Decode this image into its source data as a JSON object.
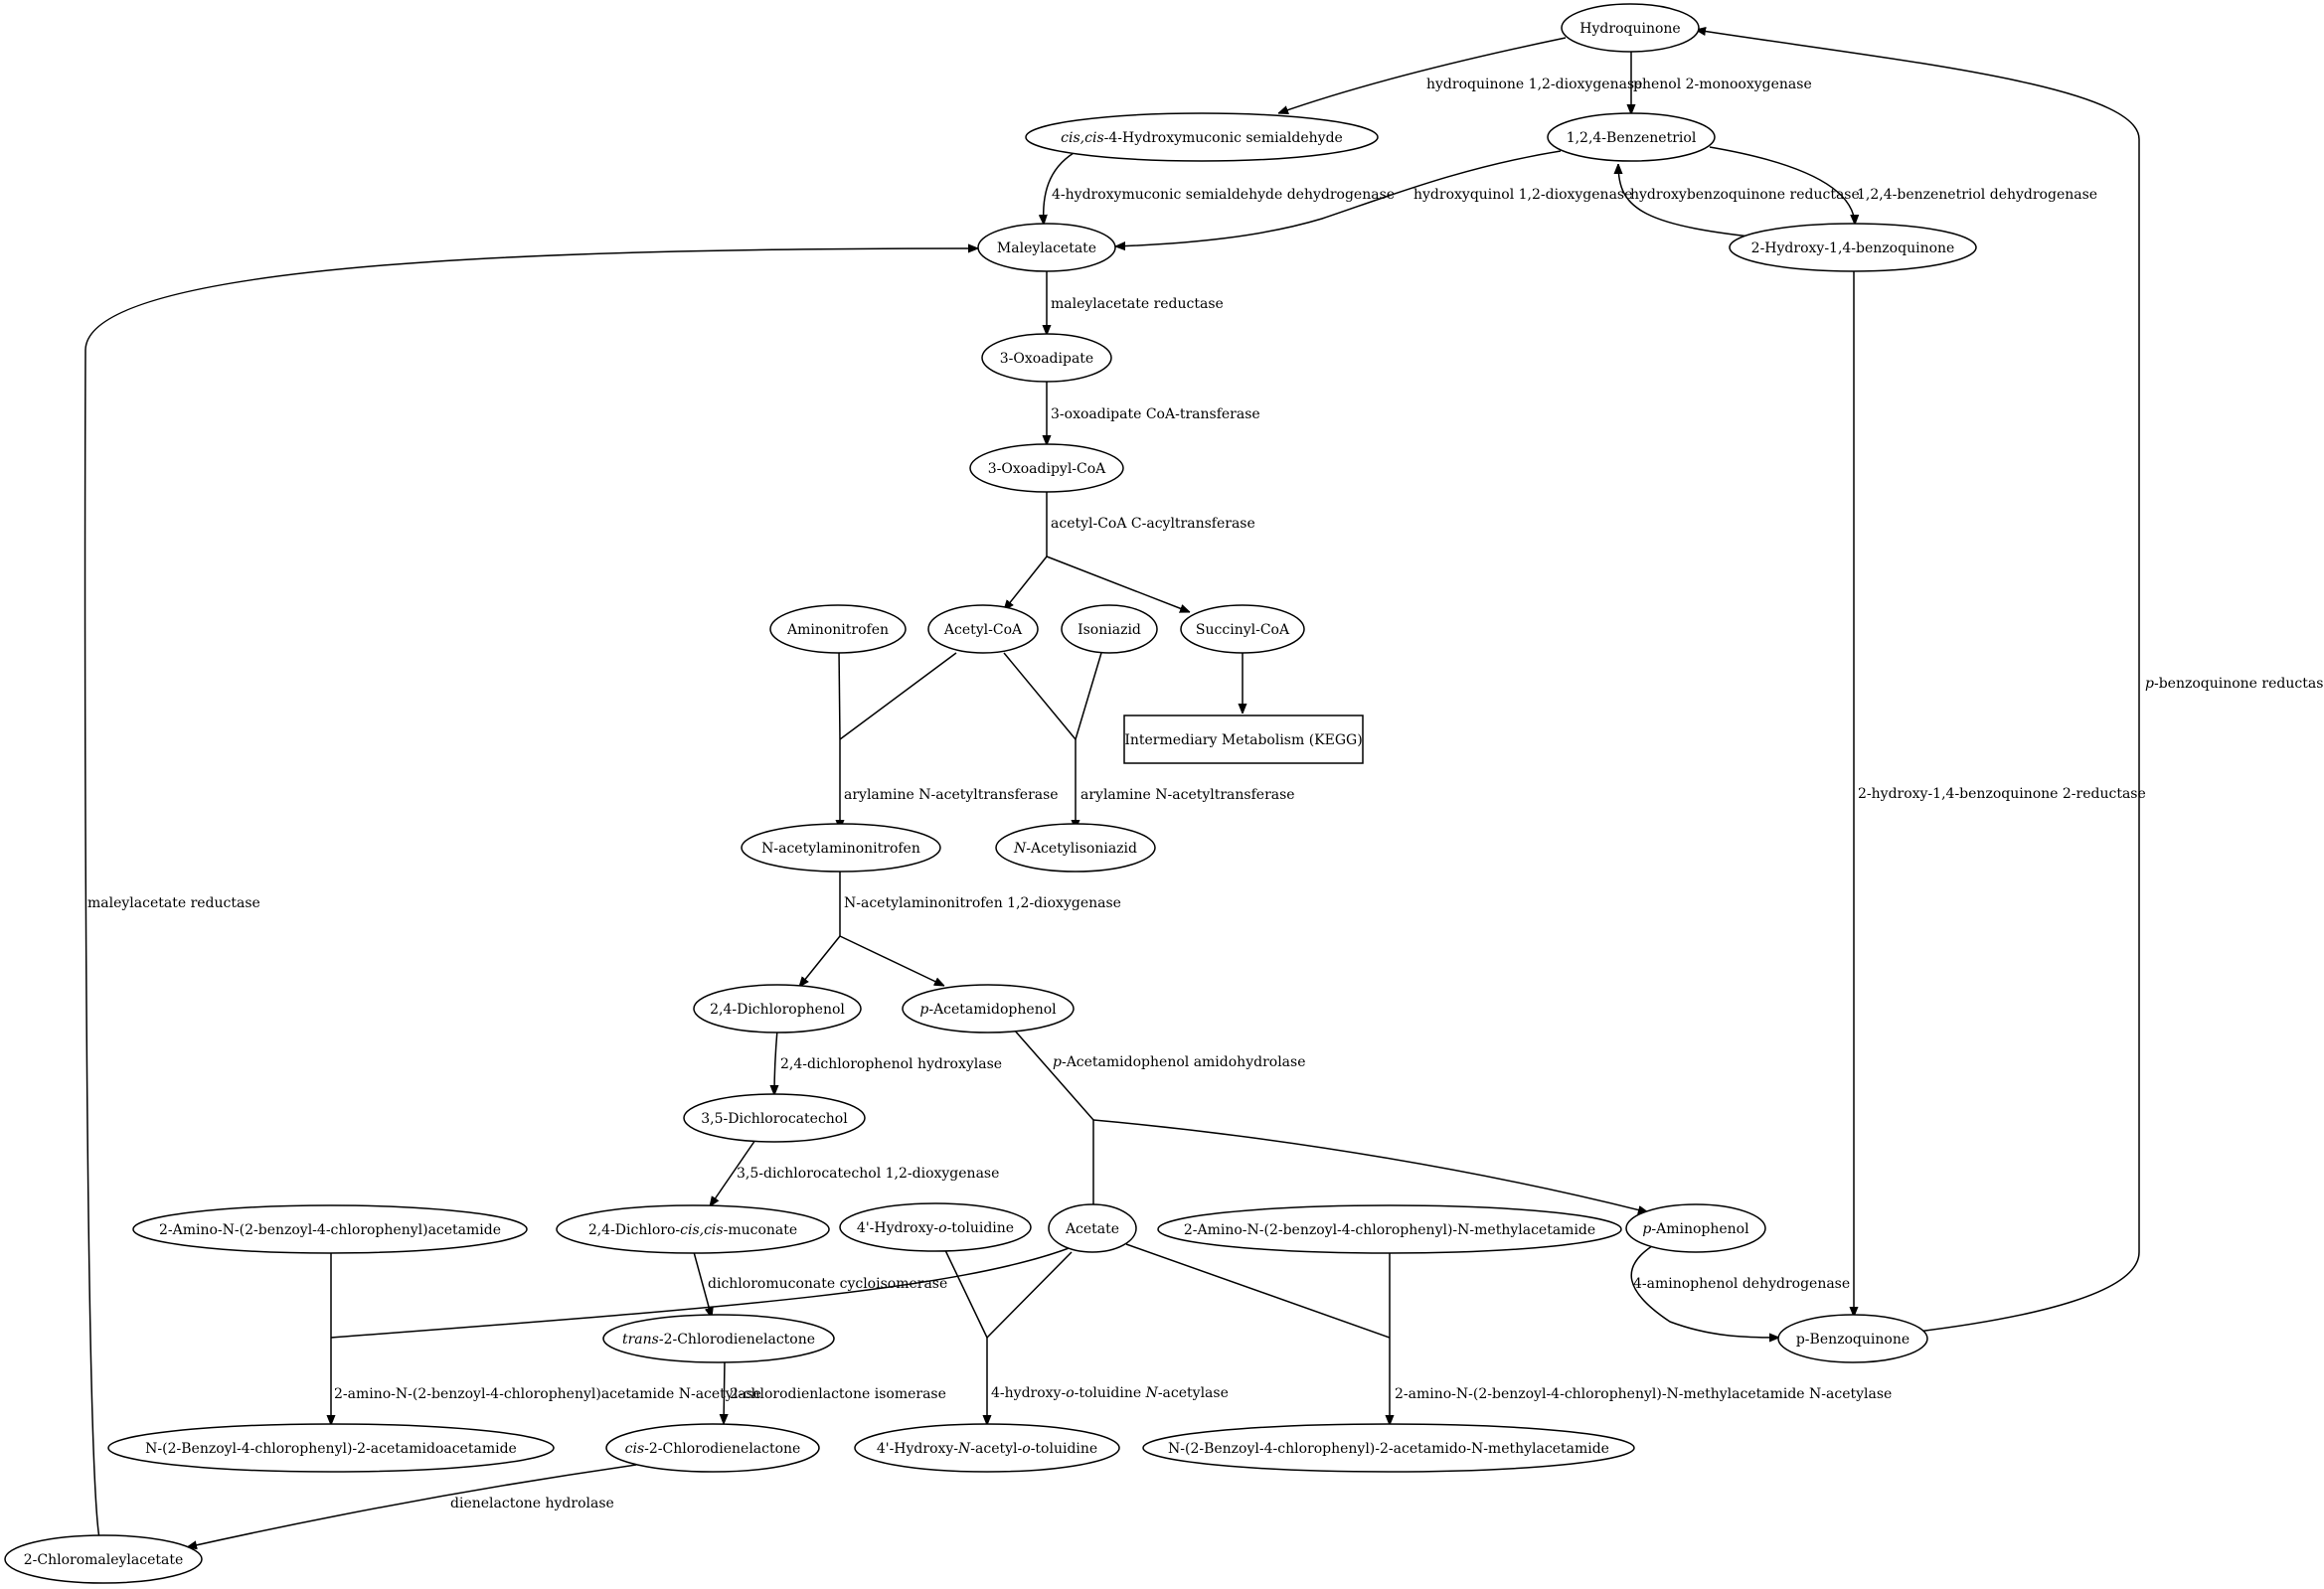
{
  "nodes": {
    "hydroquinone": [
      {
        "t": "Hydroquinone"
      }
    ],
    "benzenetriol": [
      {
        "t": "1,2,4-Benzenetriol"
      }
    ],
    "hmsa": [
      {
        "t": "cis,cis",
        "i": true
      },
      {
        "t": "-4-Hydroxymuconic semialdehyde"
      }
    ],
    "maleylacetate": [
      {
        "t": "Maleylacetate"
      }
    ],
    "hbq": [
      {
        "t": "2-Hydroxy-1,4-benzoquinone"
      }
    ],
    "oxoadipate": [
      {
        "t": "3-Oxoadipate"
      }
    ],
    "oxoadipyl": [
      {
        "t": "3-Oxoadipyl-CoA"
      }
    ],
    "aminonitrofen": [
      {
        "t": "Aminonitrofen"
      }
    ],
    "acetylcoa": [
      {
        "t": "Acetyl-CoA"
      }
    ],
    "isoniazid": [
      {
        "t": "Isoniazid"
      }
    ],
    "succinylcoa": [
      {
        "t": "Succinyl-CoA"
      }
    ],
    "kegg": [
      {
        "t": "Intermediary Metabolism (KEGG)"
      }
    ],
    "nacetylaminonitrofen": [
      {
        "t": "N-acetylaminonitrofen"
      }
    ],
    "nacetylisoniazid": [
      {
        "t": "N",
        "i": true
      },
      {
        "t": "-Acetylisoniazid"
      }
    ],
    "dcp": [
      {
        "t": "2,4-Dichlorophenol"
      }
    ],
    "acetamidophenol": [
      {
        "t": "p",
        "i": true
      },
      {
        "t": "-Acetamidophenol"
      }
    ],
    "dccatechol": [
      {
        "t": "3,5-Dichlorocatechol"
      }
    ],
    "aminobenzoylacetamide": [
      {
        "t": "2-Amino-N-(2-benzoyl-4-chlorophenyl)acetamide"
      }
    ],
    "dcmuconate": [
      {
        "t": "2,4-Dichloro-"
      },
      {
        "t": "cis,cis",
        "i": true
      },
      {
        "t": "-muconate"
      }
    ],
    "hydroxytoluidine": [
      {
        "t": "4'-Hydroxy-"
      },
      {
        "t": "o",
        "i": true
      },
      {
        "t": "-toluidine"
      }
    ],
    "acetate": [
      {
        "t": "Acetate"
      }
    ],
    "aminobenzoylmethyl": [
      {
        "t": "2-Amino-N-(2-benzoyl-4-chlorophenyl)-N-methylacetamide"
      }
    ],
    "aminophenol": [
      {
        "t": "p",
        "i": true
      },
      {
        "t": "-Aminophenol"
      }
    ],
    "transcdl": [
      {
        "t": "trans",
        "i": true
      },
      {
        "t": "-2-Chlorodienelactone"
      }
    ],
    "benzoylacetamido": [
      {
        "t": "N-(2-Benzoyl-4-chlorophenyl)-2-acetamidoacetamide"
      }
    ],
    "ciscdl": [
      {
        "t": "cis",
        "i": true
      },
      {
        "t": "-2-Chlorodienelactone"
      }
    ],
    "hnacetyltoluidine": [
      {
        "t": "4'-Hydroxy-"
      },
      {
        "t": "N",
        "i": true
      },
      {
        "t": "-acetyl-"
      },
      {
        "t": "o",
        "i": true
      },
      {
        "t": "-toluidine"
      }
    ],
    "benzoylacetamidomethyl": [
      {
        "t": "N-(2-Benzoyl-4-chlorophenyl)-2-acetamido-N-methylacetamide"
      }
    ],
    "benzoquinone": [
      {
        "t": "p-Benzoquinone"
      }
    ],
    "chloromaleylacetate": [
      {
        "t": "2-Chloromaleylacetate"
      }
    ]
  },
  "edges": {
    "e1": [
      {
        "t": "hydroquinone 1,2-dioxygenase"
      }
    ],
    "e2": [
      {
        "t": "phenol 2-monooxygenase"
      }
    ],
    "e3": [
      {
        "t": "4-hydroxymuconic semialdehyde dehydrogenase"
      }
    ],
    "e4": [
      {
        "t": "hydroxyquinol 1,2-dioxygenase"
      }
    ],
    "e5": [
      {
        "t": "hydroxybenzoquinone reductase"
      }
    ],
    "e6": [
      {
        "t": "1,2,4-benzenetriol dehydrogenase"
      }
    ],
    "e7": [
      {
        "t": "maleylacetate reductase"
      }
    ],
    "e8": [
      {
        "t": "3-oxoadipate CoA-transferase"
      }
    ],
    "e9": [
      {
        "t": "acetyl-CoA C-acyltransferase"
      }
    ],
    "e10": [
      {
        "t": "arylamine N-acetyltransferase"
      }
    ],
    "e11": [
      {
        "t": "arylamine N-acetyltransferase"
      }
    ],
    "e12": [
      {
        "t": "N-acetylaminonitrofen 1,2-dioxygenase"
      }
    ],
    "e13": [
      {
        "t": "2,4-dichlorophenol hydroxylase"
      }
    ],
    "e14": [
      {
        "t": "p",
        "i": true
      },
      {
        "t": "-Acetamidophenol amidohydrolase"
      }
    ],
    "e15": [
      {
        "t": "3,5-dichlorocatechol 1,2-dioxygenase"
      }
    ],
    "e16": [
      {
        "t": "dichloromuconate cycloisomerase"
      }
    ],
    "e17": [
      {
        "t": "2-chlorodienlactone isomerase"
      }
    ],
    "e18": [
      {
        "t": "2-amino-N-(2-benzoyl-4-chlorophenyl)acetamide N-acetylase"
      }
    ],
    "e19": [
      {
        "t": "4-hydroxy-"
      },
      {
        "t": "o",
        "i": true
      },
      {
        "t": "-toluidine "
      },
      {
        "t": "N",
        "i": true
      },
      {
        "t": "-acetylase"
      }
    ],
    "e20": [
      {
        "t": "2-amino-N-(2-benzoyl-4-chlorophenyl)-N-methylacetamide N-acetylase"
      }
    ],
    "e21": [
      {
        "t": "4-aminophenol dehydrogenase"
      }
    ],
    "e22": [
      {
        "t": "dienelactone hydrolase"
      }
    ],
    "e23": [
      {
        "t": "maleylacetate reductase"
      }
    ],
    "e24": [
      {
        "t": "2-hydroxy-1,4-benzoquinone 2-reductase"
      }
    ],
    "e25": [
      {
        "t": "p",
        "i": true
      },
      {
        "t": "-benzoquinone reductase"
      }
    ]
  }
}
